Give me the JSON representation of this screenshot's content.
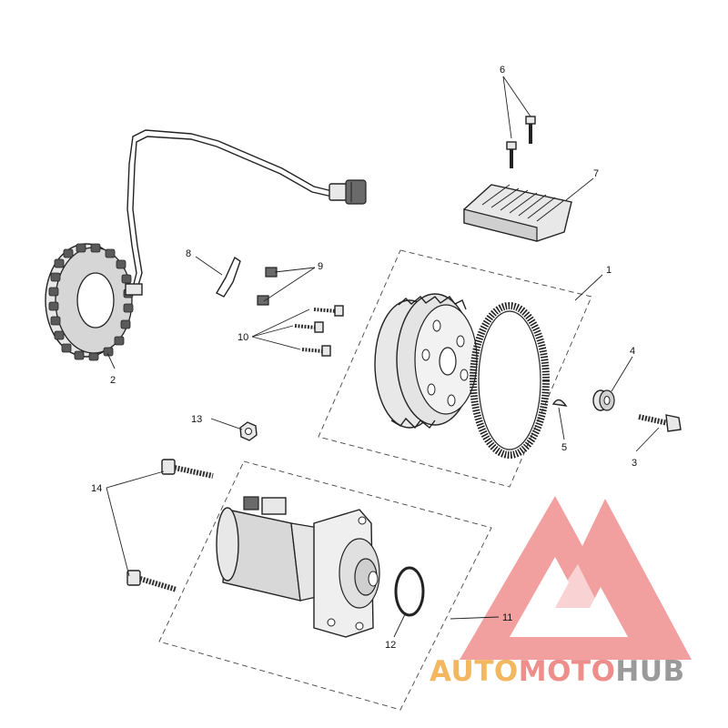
{
  "callouts": {
    "c1": "1",
    "c2": "2",
    "c3": "3",
    "c4": "4",
    "c5": "5",
    "c6": "6",
    "c7": "7",
    "c8": "8",
    "c9": "9",
    "c10": "10",
    "c11": "11",
    "c12": "12",
    "c13": "13",
    "c14": "14"
  },
  "watermark": {
    "part1": "AUTO",
    "part2": "MOTO",
    "part3": "HUB",
    "colors": {
      "auto": "#f2b75f",
      "moto": "#ee8e8a",
      "hub": "#9a9a9a",
      "logo": "#ef8f8f"
    }
  },
  "icons": [
    "stator-icon",
    "wiring-harness-icon",
    "regulator-rectifier-icon",
    "sprag-clutch-icon",
    "starter-gear-icon",
    "starter-motor-icon",
    "o-ring-icon",
    "bolt-icon",
    "nut-icon",
    "washer-icon",
    "woodruff-key-icon",
    "cable-clip-icon",
    "brand-logo-icon"
  ]
}
